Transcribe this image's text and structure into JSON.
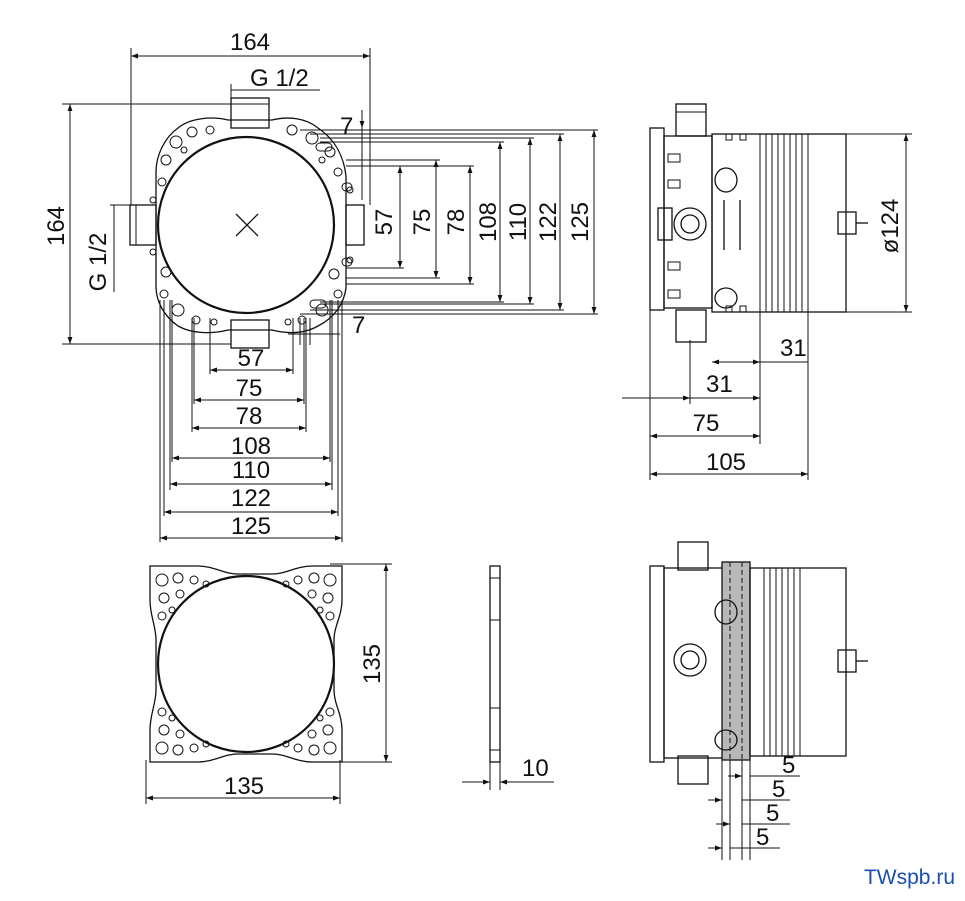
{
  "front_view": {
    "top_width": "164",
    "top_thread": "G 1/2",
    "left_height": "164",
    "left_thread": "G 1/2",
    "small_offset_top": "7",
    "small_offset_bottom": "7",
    "vertical_dims": [
      "57",
      "75",
      "78",
      "108",
      "110",
      "122",
      "125"
    ],
    "horizontal_dims": [
      "57",
      "75",
      "78",
      "108",
      "110",
      "122",
      "125"
    ]
  },
  "side_view": {
    "diameter": "ø124",
    "dims": [
      "31",
      "31",
      "75",
      "105"
    ]
  },
  "plate_view": {
    "width": "135",
    "height": "135"
  },
  "profile_view": {
    "thickness": "10"
  },
  "extension_view": {
    "dims": [
      "5",
      "5",
      "5",
      "5"
    ]
  },
  "watermark": "TWspb.ru"
}
